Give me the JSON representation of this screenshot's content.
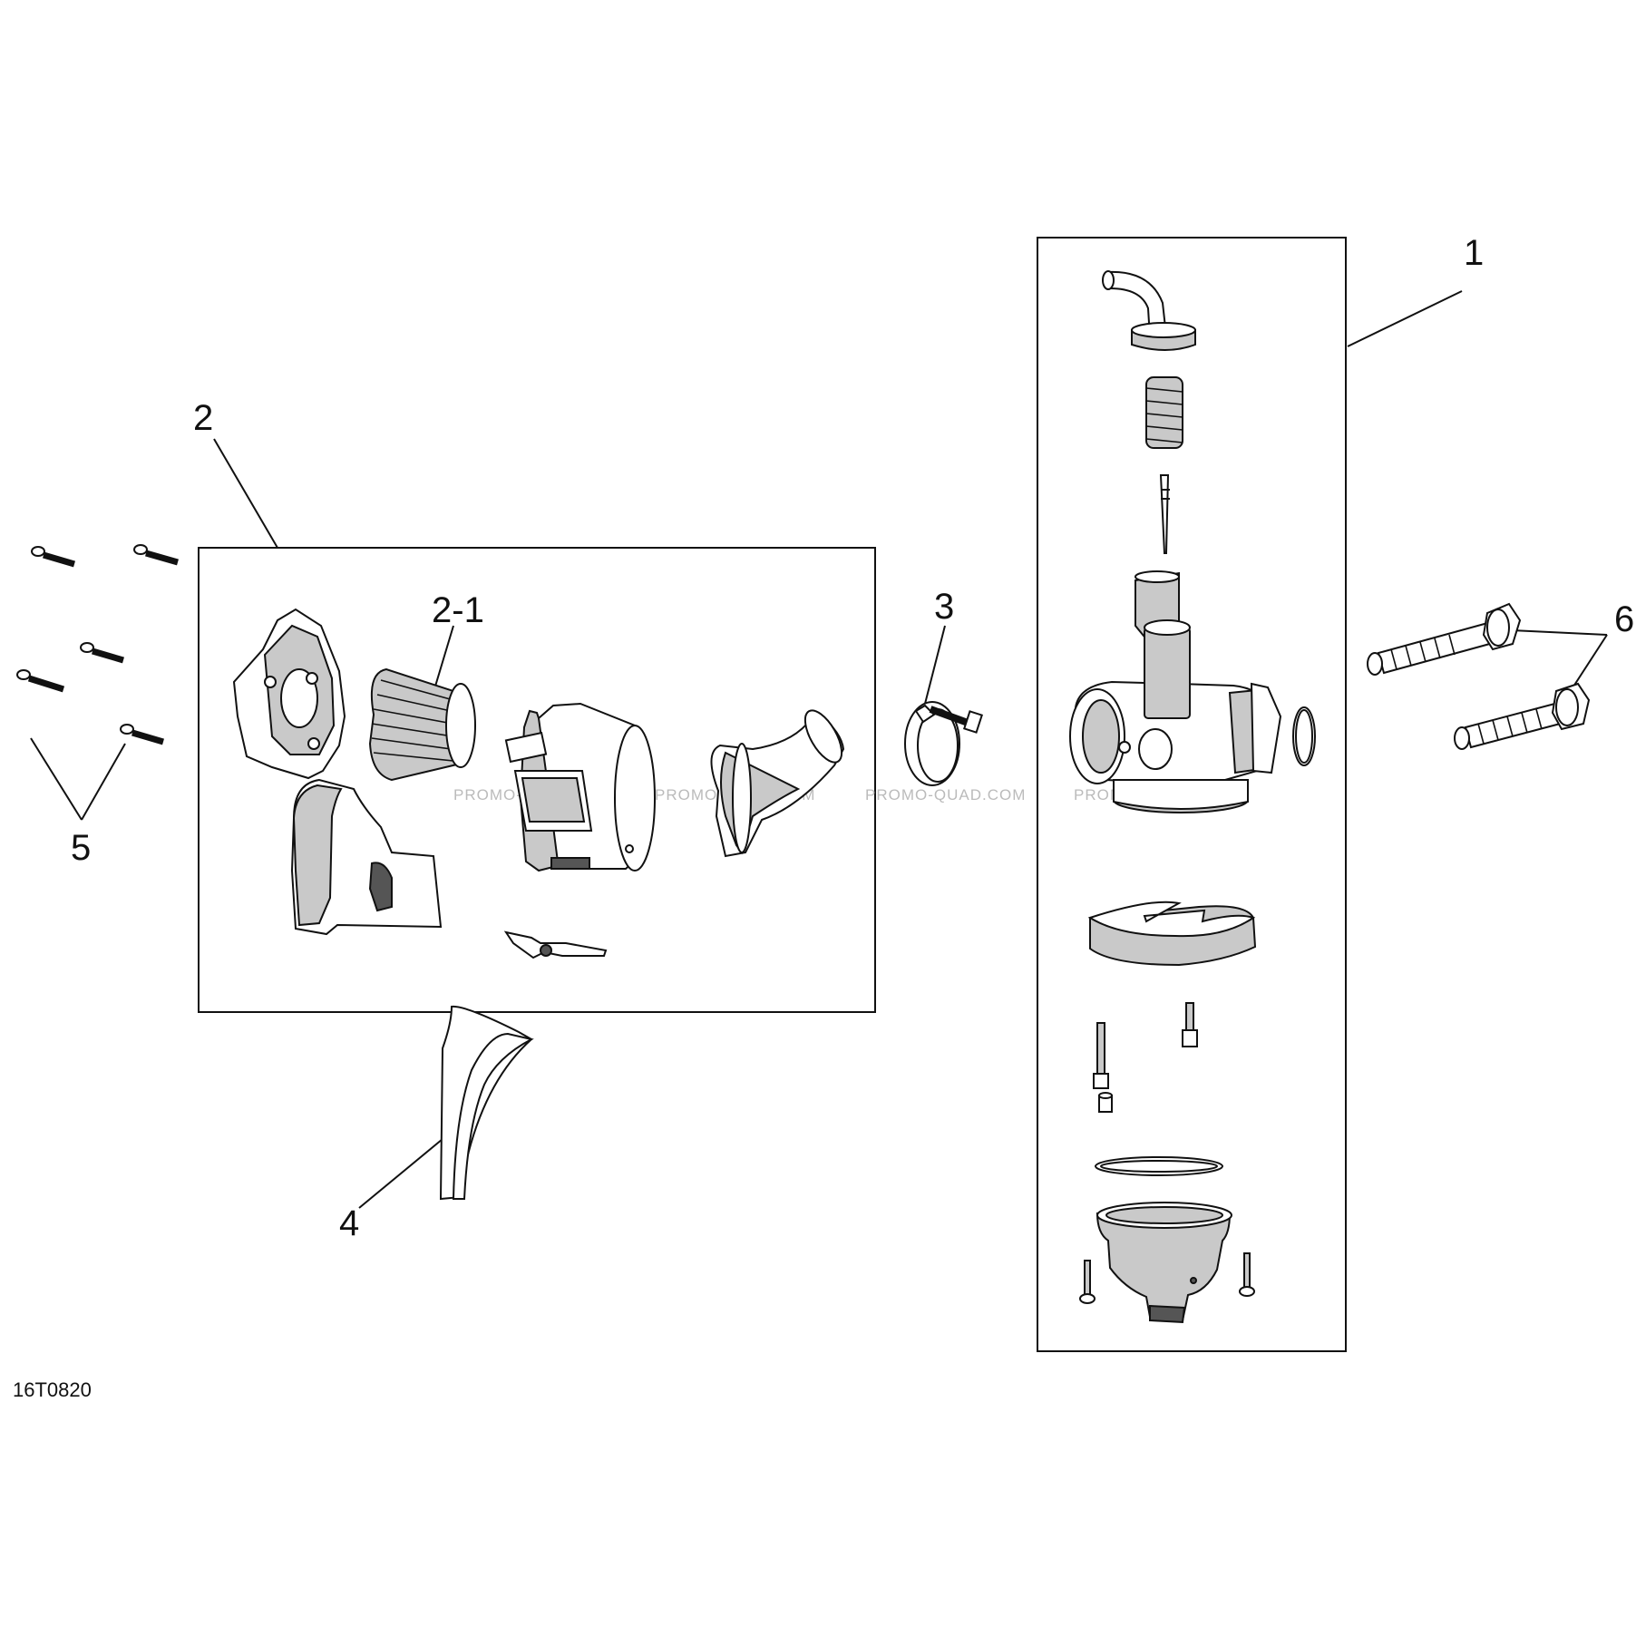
{
  "diagram": {
    "reference_code": "16T0820",
    "watermark": "PROMO-QUAD.COM",
    "callouts": {
      "c1": "1",
      "c2": "2",
      "c2_1": "2-1",
      "c3": "3",
      "c4": "4",
      "c5": "5",
      "c6": "6"
    }
  }
}
